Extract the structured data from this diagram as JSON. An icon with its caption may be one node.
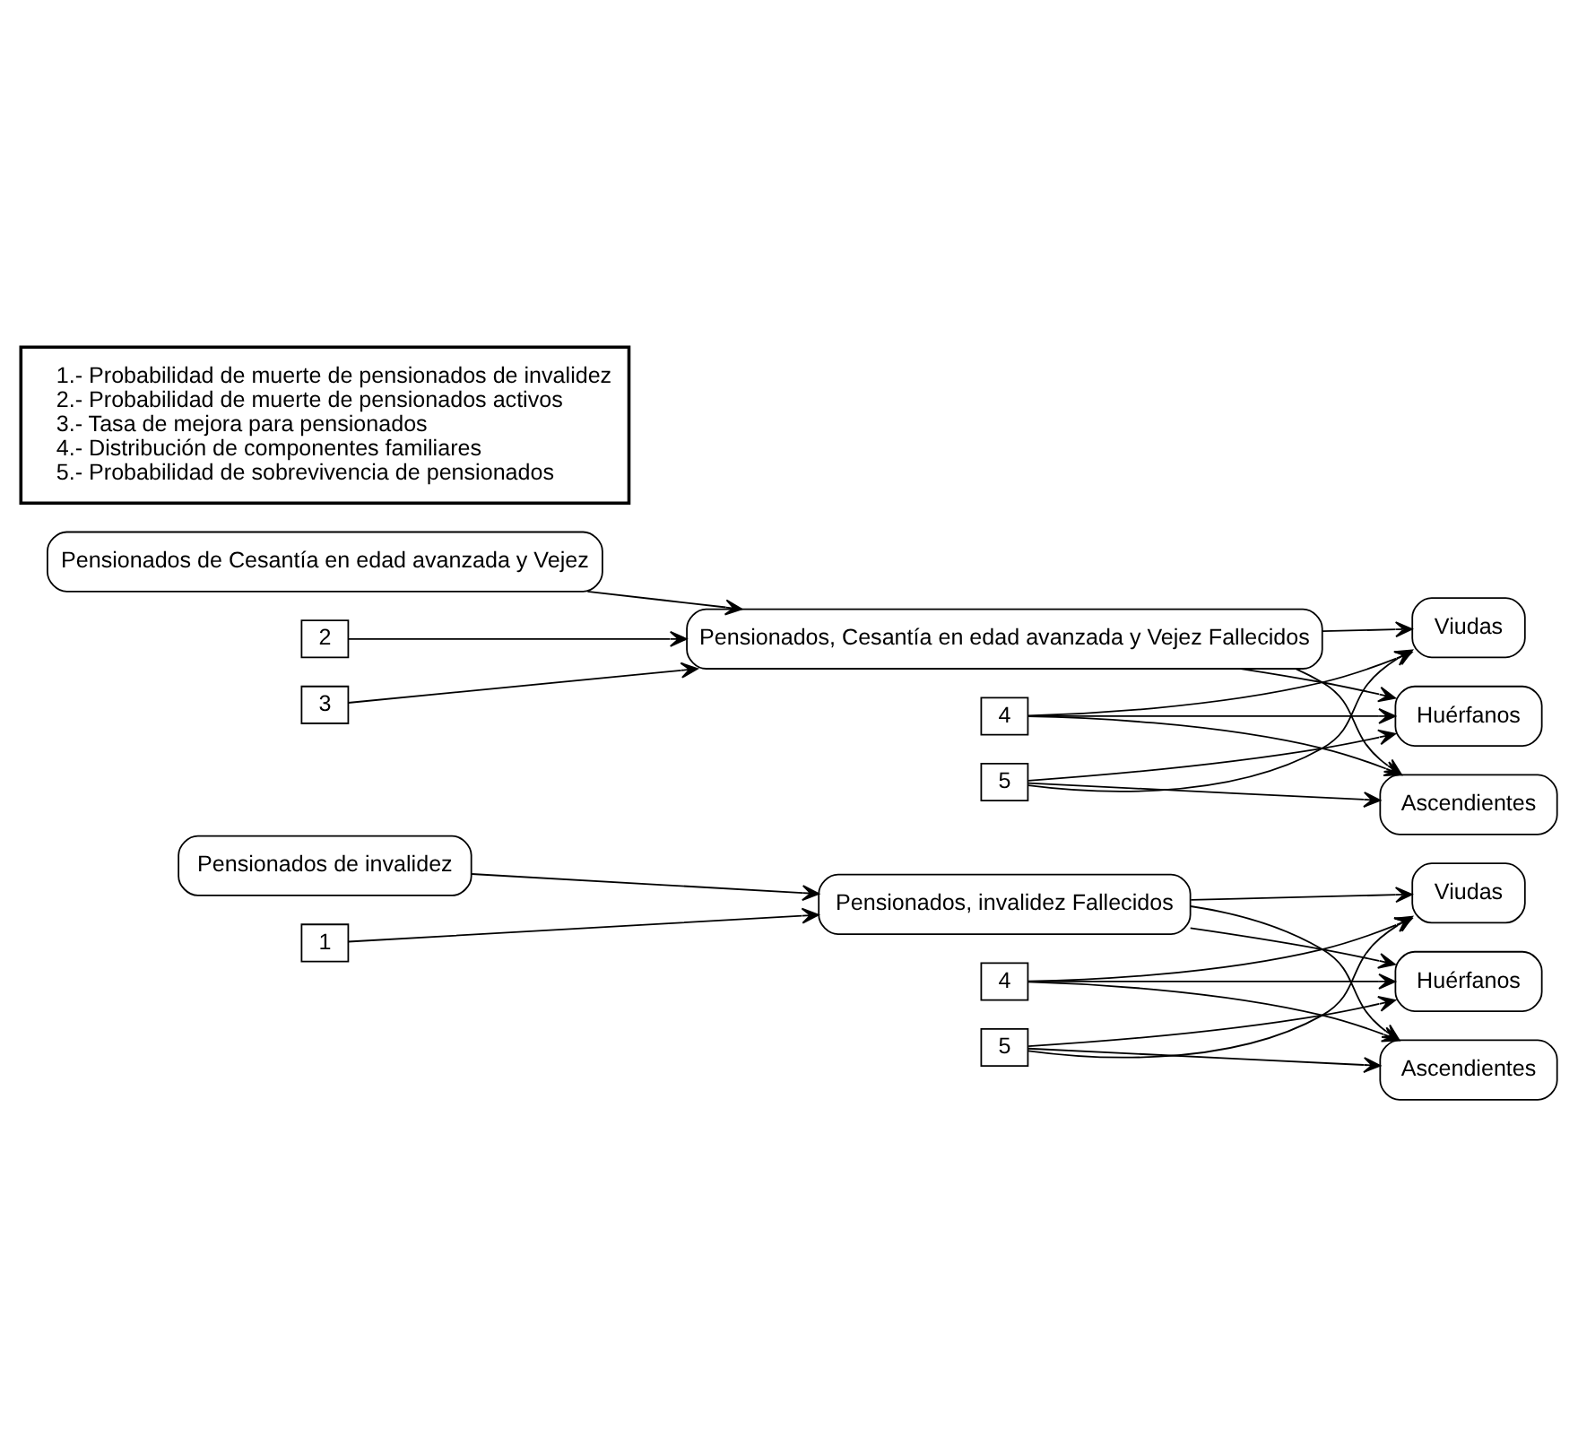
{
  "diagram": {
    "nodes": [
      {
        "text": [
          "Pensionados de invalidez"
        ]
      },
      {
        "text": [
          "1"
        ]
      },
      {
        "text": [
          "Pensionados, invalidez Fallecidos"
        ]
      },
      {
        "text": [
          "4"
        ]
      },
      {
        "text": [
          "5"
        ]
      },
      {
        "text": [
          "Viudas"
        ]
      },
      {
        "text": [
          "Huérfanos"
        ]
      },
      {
        "text": [
          "Ascendientes"
        ]
      },
      {
        "text": [
          "Pensionados de Cesantía en edad avanzada y Vejez"
        ]
      },
      {
        "text": [
          "2"
        ]
      },
      {
        "text": [
          "3"
        ]
      },
      {
        "text": [
          "Pensionados, Cesantía en edad avanzada y Vejez Fallecidos"
        ]
      },
      {
        "text": [
          "4"
        ]
      },
      {
        "text": [
          "5"
        ]
      },
      {
        "text": [
          "Viudas"
        ]
      },
      {
        "text": [
          "Huérfanos"
        ]
      },
      {
        "text": [
          "Ascendientes"
        ]
      },
      {
        "text": [
          "1.- Probabilidad de muerte de pensionados de invalidez",
          "2.- Probabilidad de muerte de pensionados activos",
          "3.- Tasa de mejora para pensionados",
          "4.- Distribución de componentes familiares",
          "5.- Probabilidad de sobrevivencia de pensionados"
        ]
      }
    ],
    "edges": [
      {
        "from": 0,
        "to": 2,
        "arrow": "to"
      },
      {
        "from": 1,
        "to": 2,
        "arrow": "to"
      },
      {
        "from": 2,
        "to": 5,
        "arrow": "to"
      },
      {
        "from": 2,
        "to": 6,
        "arrow": "to"
      },
      {
        "from": 2,
        "to": 7,
        "arrow": "to"
      },
      {
        "from": 3,
        "to": 5,
        "arrow": "to"
      },
      {
        "from": 3,
        "to": 6,
        "arrow": "to"
      },
      {
        "from": 3,
        "to": 7,
        "arrow": "to"
      },
      {
        "from": 4,
        "to": 5,
        "arrow": "to"
      },
      {
        "from": 4,
        "to": 6,
        "arrow": "to"
      },
      {
        "from": 4,
        "to": 7,
        "arrow": "to"
      },
      {
        "from": 8,
        "to": 11,
        "arrow": "to"
      },
      {
        "from": 9,
        "to": 11,
        "arrow": "to"
      },
      {
        "from": 10,
        "to": 11,
        "arrow": "to"
      },
      {
        "from": 11,
        "to": 14,
        "arrow": "to"
      },
      {
        "from": 11,
        "to": 15,
        "arrow": "to"
      },
      {
        "from": 11,
        "to": 16,
        "arrow": "to"
      },
      {
        "from": 12,
        "to": 14,
        "arrow": "to"
      },
      {
        "from": 12,
        "to": 15,
        "arrow": "to"
      },
      {
        "from": 12,
        "to": 16,
        "arrow": "to"
      },
      {
        "from": 13,
        "to": 14,
        "arrow": "to"
      },
      {
        "from": 13,
        "to": 15,
        "arrow": "to"
      },
      {
        "from": 13,
        "to": 16,
        "arrow": "to"
      }
    ]
  }
}
